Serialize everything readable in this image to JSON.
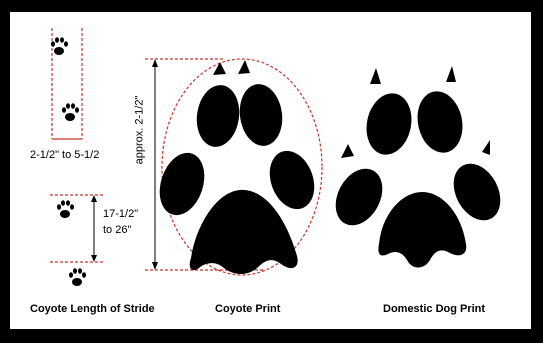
{
  "figure": {
    "colors": {
      "frame": "#000000",
      "background": "#ffffff",
      "print": "#000000",
      "guide": "#c0392b"
    },
    "labels": {
      "width_range": "2-1/2\" to 5-1/2",
      "stride_range_top": "17-1/2\"",
      "stride_range_bottom": "to 26\"",
      "print_length": "approx. 2-1/2\""
    },
    "captions": {
      "stride": "Coyote Length of Stride",
      "coyote": "Coyote Print",
      "dog": "Domestic Dog Print"
    }
  }
}
